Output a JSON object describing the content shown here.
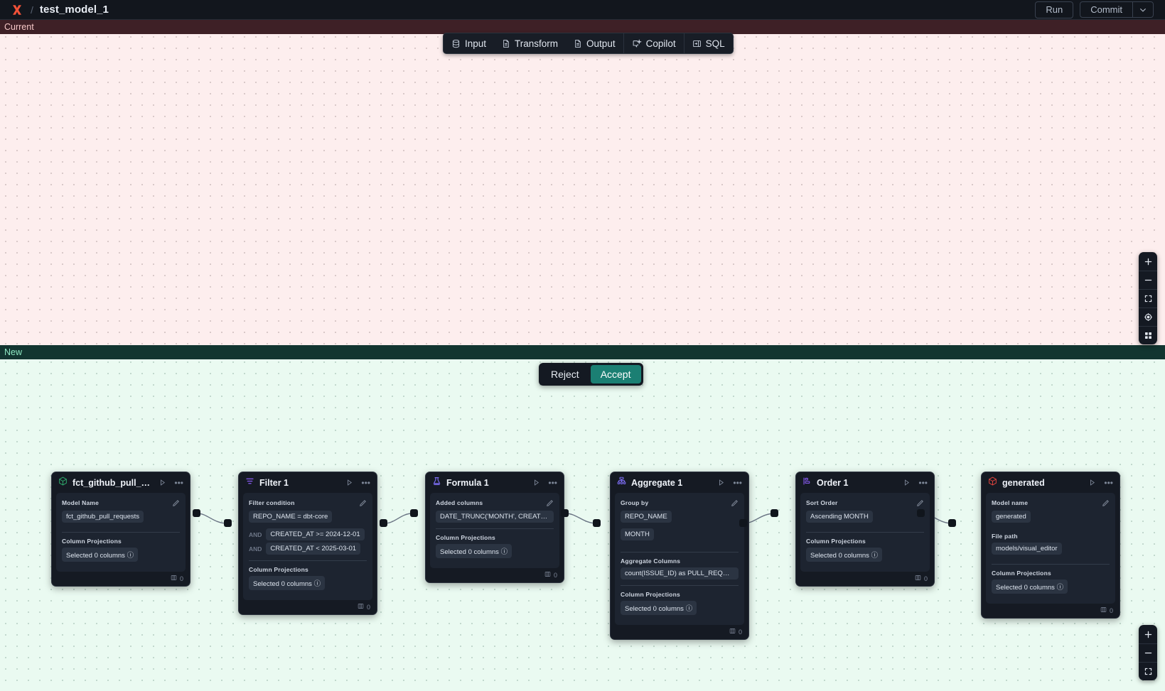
{
  "topbar": {
    "logo_icon": "brand-x-logo",
    "separator": "/",
    "title": "test_model_1",
    "run_label": "Run",
    "commit_label": "Commit",
    "commit_caret_icon": "chevron-down-icon",
    "accent": "#f05138"
  },
  "toolbar": {
    "items": [
      {
        "label": "Input",
        "icon": "database-icon"
      },
      {
        "label": "Transform",
        "icon": "document-icon"
      },
      {
        "label": "Output",
        "icon": "document-icon"
      },
      {
        "label": "Copilot",
        "icon": "copilot-sparkle-icon"
      },
      {
        "label": "SQL",
        "icon": "sql-panel-icon"
      }
    ]
  },
  "panes": {
    "current_label": "Current",
    "new_label": "New",
    "current_bg": "#fdeeee",
    "new_bg": "#eafaf1"
  },
  "review": {
    "reject_label": "Reject",
    "accept_label": "Accept",
    "accept_color": "#1b7f73"
  },
  "nodes": [
    {
      "id": "source-model",
      "icon": "cube-icon",
      "icon_color": "#2ea86b",
      "title": "fct_github_pull_requests",
      "run_icon": "play-icon",
      "more_icon": "more-horizontal-icon",
      "edit_icon": "pencil-icon",
      "fields": [
        {
          "label": "Model Name",
          "values": [
            "fct_github_pull_requests"
          ]
        },
        {
          "label": "Column Projections",
          "values": [
            "Selected 0 columns"
          ],
          "info_icon": "info-icon"
        }
      ],
      "footer": {
        "icon": "columns-icon",
        "count": "0"
      }
    },
    {
      "id": "filter-1",
      "icon": "filter-icon",
      "icon_color": "#8b5cf6",
      "title": "Filter 1",
      "run_icon": "play-icon",
      "more_icon": "more-horizontal-icon",
      "edit_icon": "pencil-icon",
      "fields": [
        {
          "label": "Filter condition",
          "values": [
            "REPO_NAME = dbt-core"
          ],
          "conditions": [
            {
              "op": "AND",
              "text": "CREATED_AT >= 2024-12-01"
            },
            {
              "op": "AND",
              "text": "CREATED_AT < 2025-03-01"
            }
          ]
        },
        {
          "label": "Column Projections",
          "values": [
            "Selected 0 columns"
          ],
          "info_icon": "info-icon"
        }
      ],
      "footer": {
        "icon": "columns-icon",
        "count": "0"
      }
    },
    {
      "id": "formula-1",
      "icon": "formula-icon",
      "icon_color": "#7c6df2",
      "title": "Formula 1",
      "run_icon": "play-icon",
      "more_icon": "more-horizontal-icon",
      "edit_icon": "pencil-icon",
      "fields": [
        {
          "label": "Added columns",
          "values": [
            "DATE_TRUNC('MONTH', CREATED_AT..."
          ]
        },
        {
          "label": "Column Projections",
          "values": [
            "Selected 0 columns"
          ],
          "info_icon": "info-icon"
        }
      ],
      "footer": {
        "icon": "columns-icon",
        "count": "0"
      }
    },
    {
      "id": "aggregate-1",
      "icon": "aggregate-icon",
      "icon_color": "#7c6df2",
      "title": "Aggregate 1",
      "run_icon": "play-icon",
      "more_icon": "more-horizontal-icon",
      "edit_icon": "pencil-icon",
      "fields": [
        {
          "label": "Group by",
          "values": [
            "REPO_NAME",
            "MONTH"
          ]
        },
        {
          "label": "Aggregate Columns",
          "values": [
            "count(ISSUE_ID) as PULL_REQUEST_..."
          ]
        },
        {
          "label": "Column Projections",
          "values": [
            "Selected 0 columns"
          ],
          "info_icon": "info-icon"
        }
      ],
      "footer": {
        "icon": "columns-icon",
        "count": "0"
      }
    },
    {
      "id": "order-1",
      "icon": "sort-icon",
      "icon_color": "#8b5cf6",
      "title": "Order 1",
      "run_icon": "play-icon",
      "more_icon": "more-horizontal-icon",
      "edit_icon": "pencil-icon",
      "fields": [
        {
          "label": "Sort Order",
          "values": [
            "Ascending MONTH"
          ]
        },
        {
          "label": "Column Projections",
          "values": [
            "Selected 0 columns"
          ],
          "info_icon": "info-icon"
        }
      ],
      "footer": {
        "icon": "columns-icon",
        "count": "0"
      }
    },
    {
      "id": "generated-output",
      "icon": "cube-icon",
      "icon_color": "#e0443e",
      "title": "generated",
      "run_icon": "play-icon",
      "more_icon": "more-horizontal-icon",
      "edit_icon": "pencil-icon",
      "fields": [
        {
          "label": "Model name",
          "values": [
            "generated"
          ]
        },
        {
          "label": "File path",
          "values": [
            "models/visual_editor"
          ]
        },
        {
          "label": "Column Projections",
          "values": [
            "Selected 0 columns"
          ],
          "info_icon": "info-icon"
        }
      ],
      "footer": {
        "icon": "columns-icon",
        "count": "0"
      }
    }
  ],
  "zoom_controls_top": [
    {
      "icon": "zoom-in-icon",
      "name": "zoom-in-button"
    },
    {
      "icon": "zoom-out-icon",
      "name": "zoom-out-button"
    },
    {
      "icon": "fit-screen-icon",
      "name": "fit-to-screen-button"
    },
    {
      "icon": "recenter-icon",
      "name": "recenter-button"
    },
    {
      "icon": "grid-icon",
      "name": "toggle-grid-button"
    }
  ],
  "zoom_controls_bottom": [
    {
      "icon": "zoom-in-icon",
      "name": "zoom-in-button"
    },
    {
      "icon": "zoom-out-icon",
      "name": "zoom-out-button"
    },
    {
      "icon": "fit-screen-icon",
      "name": "fit-to-screen-button"
    }
  ]
}
